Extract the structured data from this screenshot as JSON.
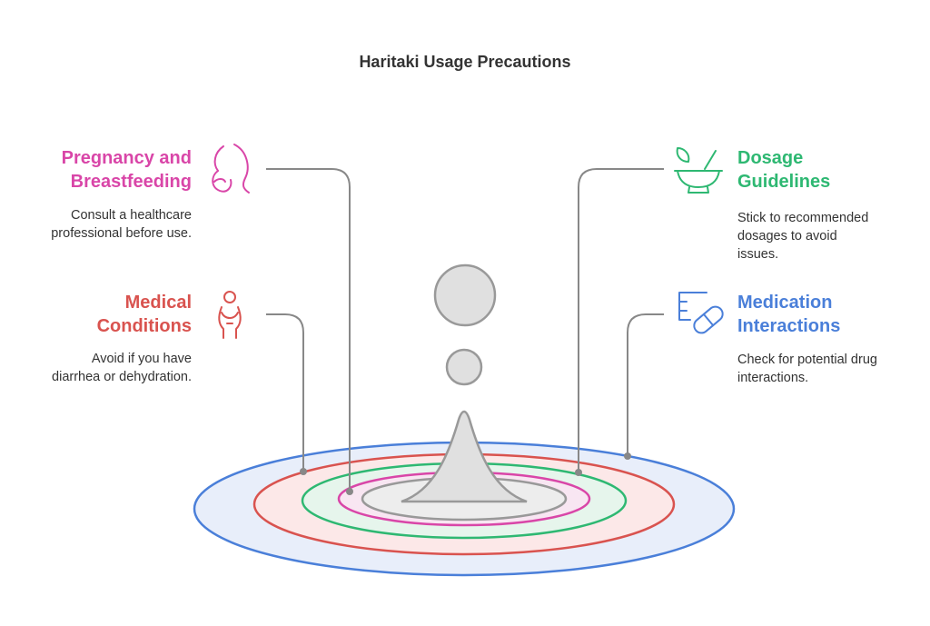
{
  "title": "Haritaki Usage Precautions",
  "colors": {
    "pregnancy": "#D946A8",
    "medical": "#D9534F",
    "dosage": "#2EB872",
    "medication": "#4A7FD9",
    "connector": "#888888",
    "center": "#E0E0E0"
  },
  "items": {
    "pregnancy": {
      "title_lines": [
        "Pregnancy and",
        "Breastfeeding"
      ],
      "desc_lines": [
        "Consult a healthcare",
        "professional before use."
      ],
      "icon": "pregnant-person-icon"
    },
    "medical": {
      "title_lines": [
        "Medical",
        "Conditions"
      ],
      "desc_lines": [
        "Avoid if you have",
        "diarrhea or dehydration."
      ],
      "icon": "person-holding-stomach-icon"
    },
    "dosage": {
      "title_lines": [
        "Dosage",
        "Guidelines"
      ],
      "desc_lines": [
        "Stick to recommended",
        "dosages to avoid",
        "issues."
      ],
      "icon": "mortar-pestle-icon"
    },
    "medication": {
      "title_lines": [
        "Medication",
        "Interactions"
      ],
      "desc_lines": [
        "Check for potential drug",
        "interactions."
      ],
      "icon": "pill-capsule-icon"
    }
  }
}
